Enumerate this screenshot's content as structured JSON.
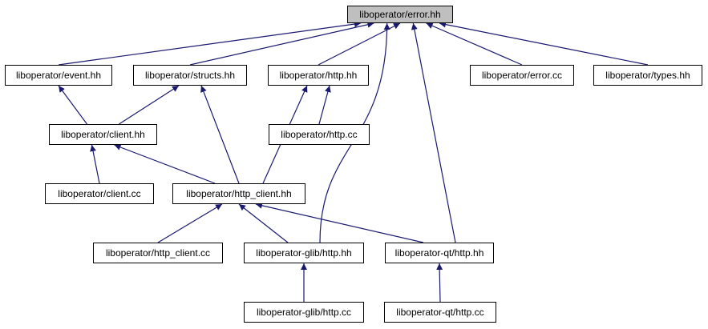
{
  "diagram": {
    "edge_color": "#191970",
    "root_fill": "#bfbfbf",
    "nodes": {
      "error_hh": "liboperator/error.hh",
      "event_hh": "liboperator/event.hh",
      "structs_hh": "liboperator/structs.hh",
      "http_hh": "liboperator/http.hh",
      "error_cc": "liboperator/error.cc",
      "types_hh": "liboperator/types.hh",
      "client_hh": "liboperator/client.hh",
      "http_cc": "liboperator/http.cc",
      "client_cc": "liboperator/client.cc",
      "http_client_hh": "liboperator/http_client.hh",
      "http_client_cc": "liboperator/http_client.cc",
      "glib_http_hh": "liboperator-glib/http.hh",
      "qt_http_hh": "liboperator-qt/http.hh",
      "glib_http_cc": "liboperator-glib/http.cc",
      "qt_http_cc": "liboperator-qt/http.cc"
    },
    "edges": [
      [
        "event_hh",
        "error_hh"
      ],
      [
        "structs_hh",
        "error_hh"
      ],
      [
        "http_hh",
        "error_hh"
      ],
      [
        "error_cc",
        "error_hh"
      ],
      [
        "types_hh",
        "error_hh"
      ],
      [
        "glib_http_hh",
        "error_hh"
      ],
      [
        "qt_http_hh",
        "error_hh"
      ],
      [
        "client_hh",
        "event_hh"
      ],
      [
        "client_hh",
        "structs_hh"
      ],
      [
        "http_client_hh",
        "structs_hh"
      ],
      [
        "http_cc",
        "http_hh"
      ],
      [
        "http_client_hh",
        "http_hh"
      ],
      [
        "client_cc",
        "client_hh"
      ],
      [
        "http_client_hh",
        "client_hh"
      ],
      [
        "http_client_cc",
        "http_client_hh"
      ],
      [
        "glib_http_hh",
        "http_client_hh"
      ],
      [
        "qt_http_hh",
        "http_client_hh"
      ],
      [
        "glib_http_cc",
        "glib_http_hh"
      ],
      [
        "qt_http_cc",
        "qt_http_hh"
      ]
    ]
  }
}
